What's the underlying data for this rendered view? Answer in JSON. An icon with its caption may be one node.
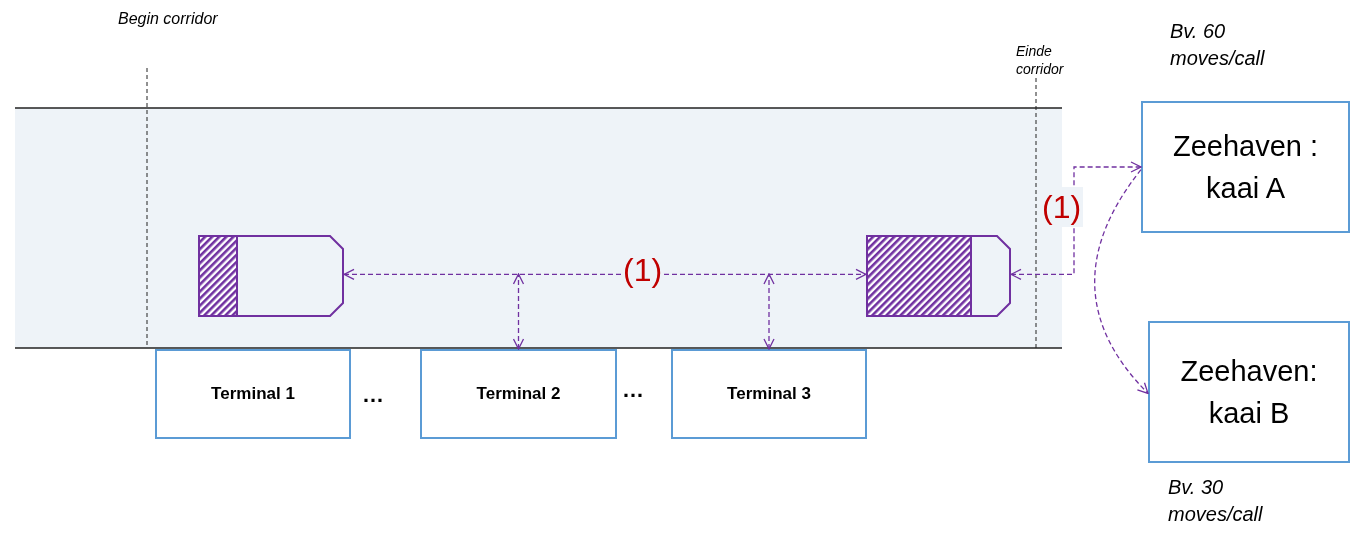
{
  "diagram": {
    "nodes": [
      {
        "text": [],
        "shape": "box"
      },
      {
        "text": [],
        "shape": "box"
      },
      {
        "text": [
          "Terminal 1"
        ]
      },
      {
        "text": [
          "Terminal 2"
        ]
      },
      {
        "text": [
          "Terminal 3"
        ]
      },
      {
        "text": [
          "Zeehaven : kaai A"
        ],
        "beside": [
          "Bv. 60 moves/call"
        ]
      },
      {
        "text": [
          "Zeehaven: kaai B"
        ],
        "beside": [
          "Bv. 30 moves/call"
        ]
      }
    ],
    "edges": [
      {
        "from": 0,
        "to": 1,
        "arrow": "both",
        "label": "(1)",
        "style": "dashed"
      },
      {
        "from": 3,
        "to": null,
        "arrow": "both",
        "style": "dashed"
      },
      {
        "from": 4,
        "to": null,
        "arrow": "both",
        "style": "dashed"
      },
      {
        "from": 1,
        "to": 5,
        "arrow": "both",
        "label": "(1)",
        "style": "dashed"
      },
      {
        "from": 5,
        "to": 6,
        "arrow": "to",
        "style": "dashed"
      }
    ],
    "labels": [
      "Begin corridor",
      "Einde corridor",
      "…",
      "…"
    ]
  }
}
